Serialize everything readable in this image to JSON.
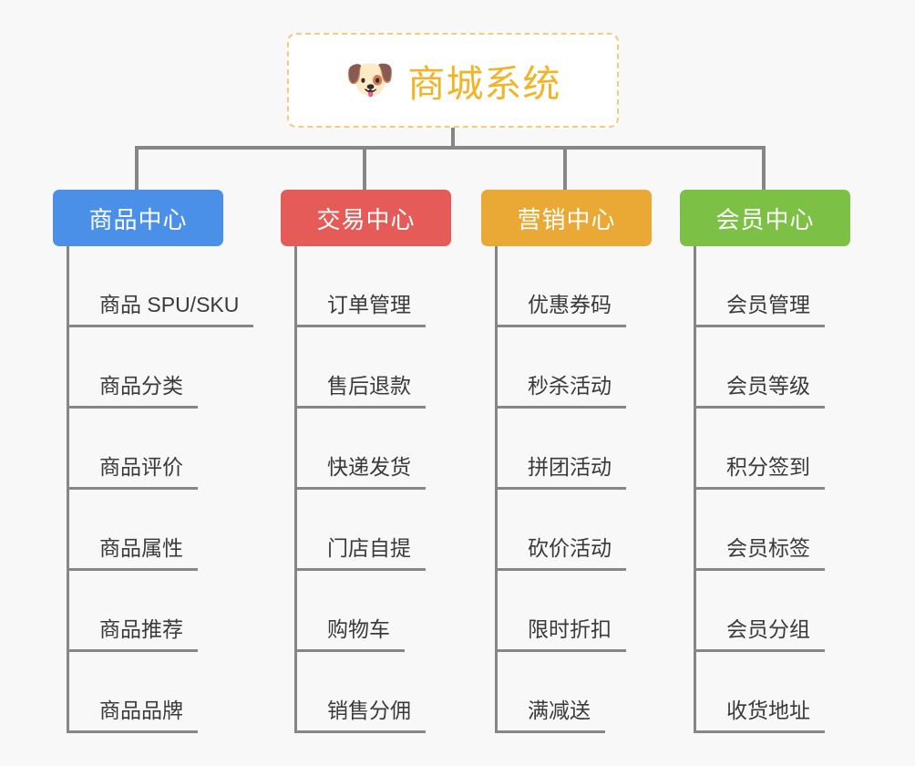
{
  "diagram": {
    "type": "org-chart",
    "background_color": "#f8f8f8",
    "connector_color": "#868686",
    "root": {
      "icon": "dog-face-emoji",
      "icon_glyph": "🐶",
      "title": "商城系统",
      "text_color": "#f0b429",
      "border_color": "#f4cb7e",
      "border_style": "dashed",
      "background_color": "#ffffff"
    },
    "branches": [
      {
        "id": "product-center",
        "label": "商品中心",
        "color": "#4a90e8",
        "items": [
          "商品 SPU/SKU",
          "商品分类",
          "商品评价",
          "商品属性",
          "商品推荐",
          "商品品牌"
        ]
      },
      {
        "id": "trade-center",
        "label": "交易中心",
        "color": "#e45b57",
        "items": [
          "订单管理",
          "售后退款",
          "快递发货",
          "门店自提",
          "购物车",
          "销售分佣"
        ]
      },
      {
        "id": "marketing-center",
        "label": "营销中心",
        "color": "#eaa935",
        "items": [
          "优惠券码",
          "秒杀活动",
          "拼团活动",
          "砍价活动",
          "限时折扣",
          "满减送"
        ]
      },
      {
        "id": "member-center",
        "label": "会员中心",
        "color": "#7cc045",
        "items": [
          "会员管理",
          "会员等级",
          "积分签到",
          "会员标签",
          "会员分组",
          "收货地址"
        ]
      }
    ]
  }
}
